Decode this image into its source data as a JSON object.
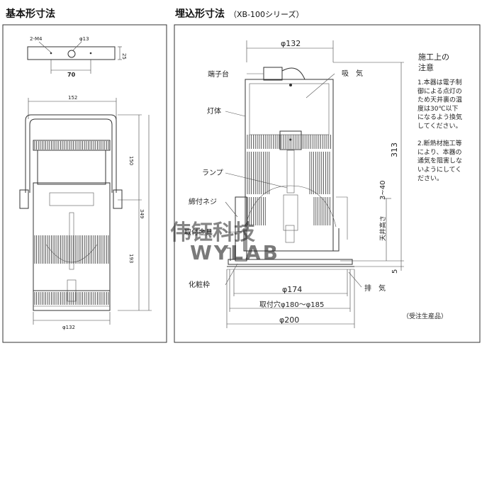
{
  "titles": {
    "left": "基本形寸法",
    "right": "埋込形寸法",
    "right_sub": "（XB-100シリーズ）"
  },
  "left_dims": {
    "m4": "2-M4",
    "hole": "φ13",
    "bracket_h": "25",
    "bracket_w": "70",
    "width": "152",
    "h150": "150",
    "h349": "349",
    "h193": "193",
    "bottom": "φ132"
  },
  "right_dims": {
    "top": "φ132",
    "h313": "313",
    "ceiling_label": "天井高さ",
    "ceiling_range": "3~40",
    "h5": "5",
    "d174": "φ174",
    "cutout": "取付穴φ180～φ185",
    "d200": "φ200"
  },
  "right_labels": {
    "terminal": "端子台",
    "intake": "吸　気",
    "body": "灯体",
    "lamp": "ランプ",
    "screw": "締付ネジ",
    "bracket": "取付金具",
    "trim": "化粧枠",
    "exhaust": "排　気",
    "made_to_order": "（受注生産品）"
  },
  "notes": {
    "title_1": "施工上の",
    "title_2": "注意",
    "lines": [
      "1.本器は電子制",
      "御による点灯の",
      "ため天井裏の温",
      "度は30℃以下",
      "になるよう換気",
      "してください。",
      "",
      "2.断熱材施工等",
      "により、本器の",
      "通気を阻害しな",
      "いようにしてく",
      "ださい。"
    ]
  },
  "watermark": {
    "line1": "伟钰科技",
    "line2": "WYLAB",
    "color1": "#8fbfe0",
    "color2": "#f0a0b8"
  }
}
